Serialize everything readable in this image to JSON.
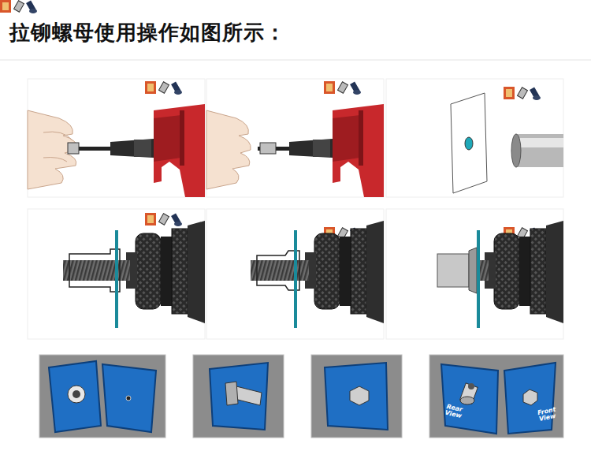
{
  "diagram": {
    "title": "拉铆螺母使用操作如图所示：",
    "labels": [
      "Rear View",
      "Front View"
    ]
  }
}
